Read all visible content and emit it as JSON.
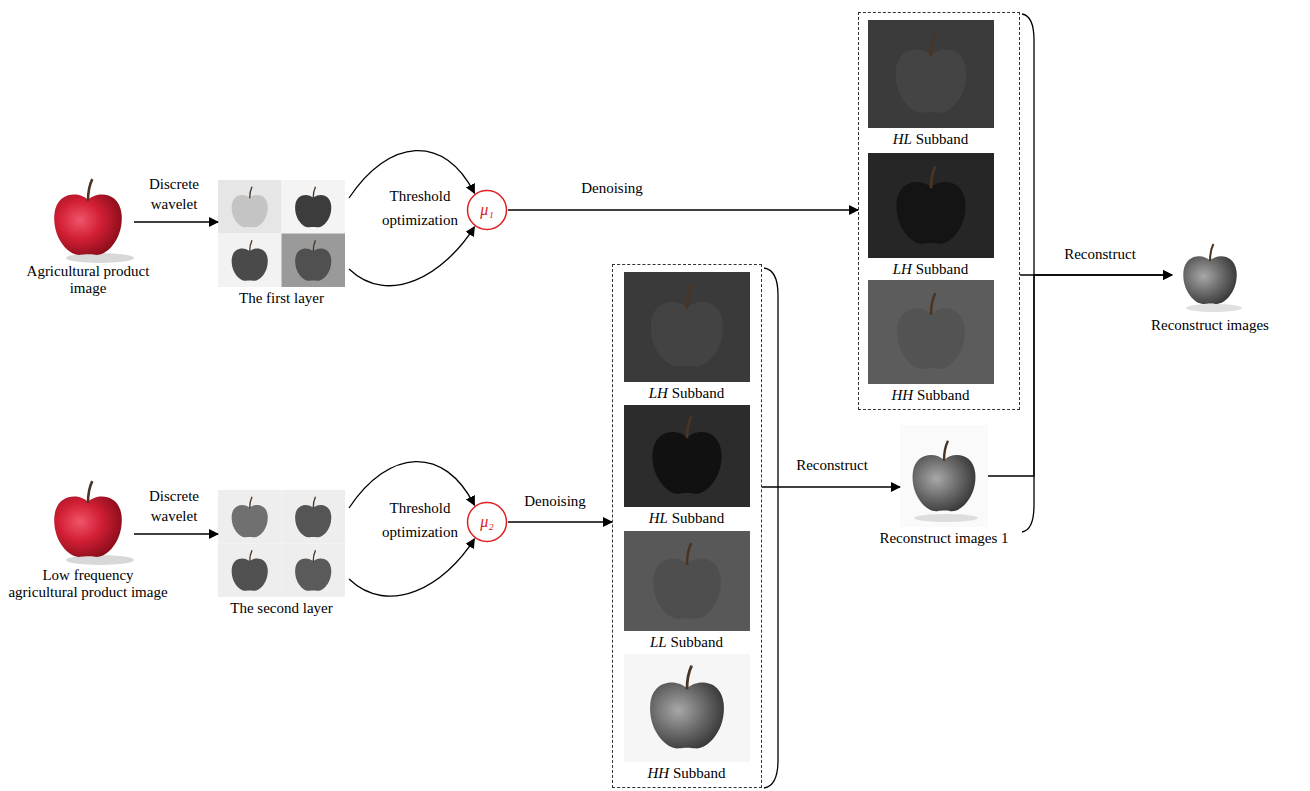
{
  "diagram": {
    "nodes": [
      {
        "text": [
          "Agricultural product image"
        ]
      },
      {
        "text": [
          "The first layer"
        ]
      },
      {
        "text": [
          "μ₁"
        ]
      },
      {
        "text": []
      },
      {
        "text": [
          "HL Subband"
        ],
        "in": 3
      },
      {
        "text": [
          "LH Subband"
        ],
        "in": 3
      },
      {
        "text": [
          "HH Subband"
        ],
        "in": 3
      },
      {
        "text": [
          "Reconstruct images"
        ]
      },
      {
        "text": [
          "Low frequency agricultural product image"
        ]
      },
      {
        "text": [
          "The second layer"
        ]
      },
      {
        "text": [
          "μ₂"
        ]
      },
      {
        "text": []
      },
      {
        "text": [
          "LH Subband"
        ],
        "in": 11
      },
      {
        "text": [
          "HL Subband"
        ],
        "in": 11
      },
      {
        "text": [
          "LL Subband"
        ],
        "in": 11
      },
      {
        "text": [
          "HH Subband"
        ],
        "in": 11
      },
      {
        "text": [
          "Reconstruct images 1"
        ]
      }
    ],
    "edges": [
      {
        "from": 0,
        "to": 1,
        "label": "Discrete wavelet",
        "arrow": "to"
      },
      {
        "from": 1,
        "to": 2,
        "arrow": "to"
      },
      {
        "from": 1,
        "to": 2,
        "arrow": "to"
      },
      {
        "from": 2,
        "to": 3,
        "label": "Denoising",
        "arrow": "to"
      },
      {
        "from": 3,
        "to": 7,
        "label": "Reconstruct",
        "arrow": "to"
      },
      {
        "from": 16,
        "to": 7,
        "arrow": "to"
      },
      {
        "from": 8,
        "to": 9,
        "label": "Discrete wavelet",
        "arrow": "to"
      },
      {
        "from": 9,
        "to": 10,
        "arrow": "to"
      },
      {
        "from": 9,
        "to": 10,
        "arrow": "to"
      },
      {
        "from": 10,
        "to": 11,
        "label": "Denoising",
        "arrow": "to"
      },
      {
        "from": 11,
        "to": 16,
        "label": "Reconstruct",
        "arrow": "to"
      }
    ],
    "labels": [
      "Threshold optimization",
      "Threshold optimization"
    ]
  }
}
